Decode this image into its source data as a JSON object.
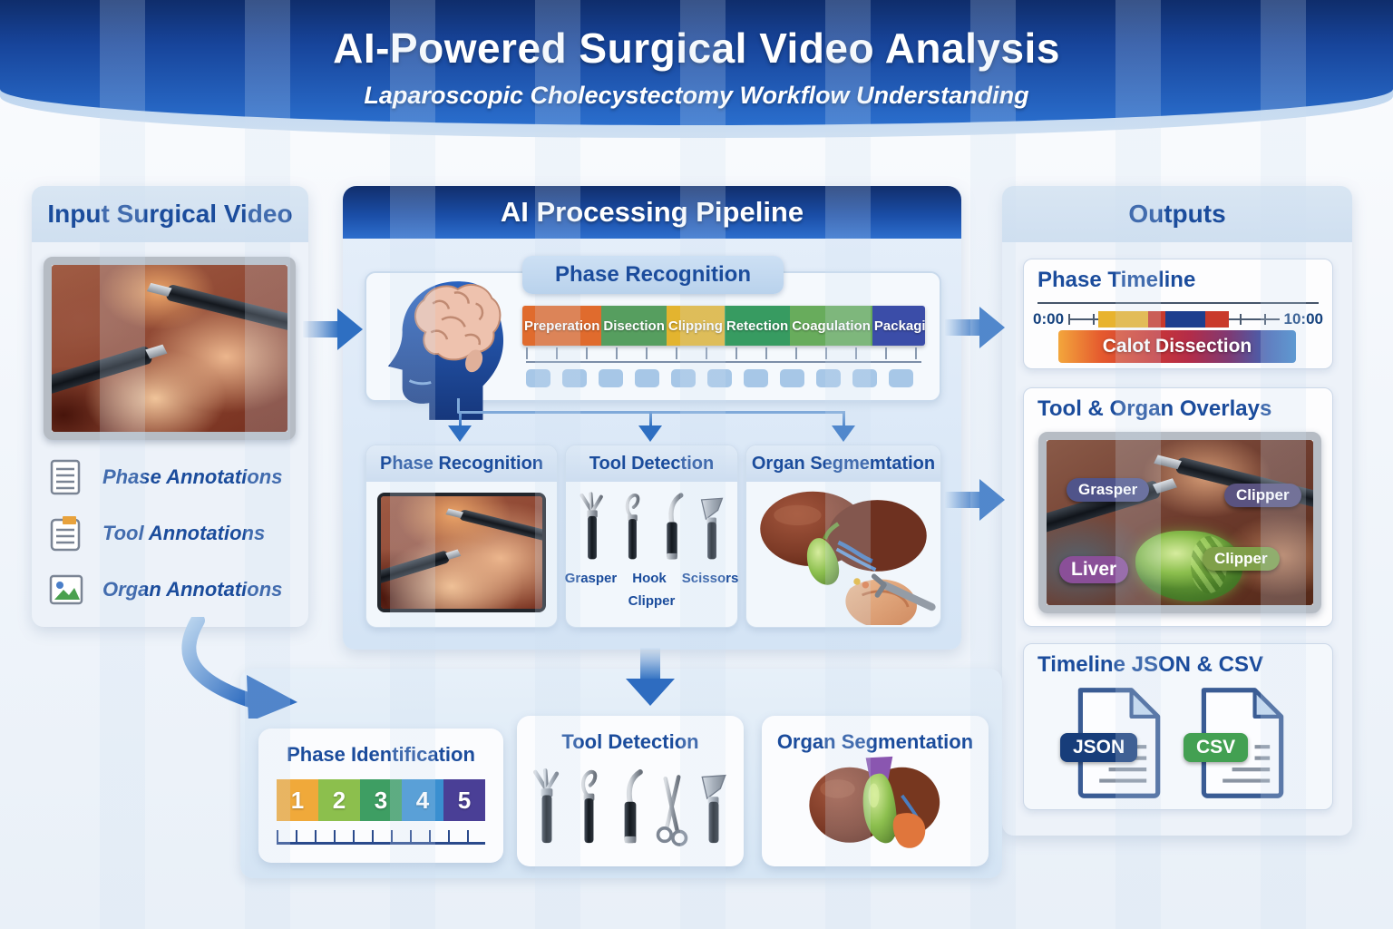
{
  "header": {
    "title": "AI-Powered Surgical Video Analysis",
    "subtitle": "Laparoscopic Cholecystectomy Workflow Understanding"
  },
  "input_panel": {
    "title": "Input Surgical Video",
    "annotations": [
      {
        "label": "Phase Annotations"
      },
      {
        "label": "Tool Annotations"
      },
      {
        "label": "Organ Annotations"
      }
    ]
  },
  "pipeline": {
    "title": "AI Processing Pipeline",
    "stage_pill": "Phase Recognition",
    "phases": [
      {
        "label": "Preperation",
        "color": "#E06B2D"
      },
      {
        "label": "Disection",
        "color": "#569E5F"
      },
      {
        "label": "Clipping",
        "color": "#E3B42F"
      },
      {
        "label": "Retection",
        "color": "#379B61"
      },
      {
        "label": "Coagulation",
        "color": "#68AC5C"
      },
      {
        "label": "Packaging",
        "color": "#3B4DA8"
      }
    ],
    "boxes": [
      {
        "title": "Phase Recognition"
      },
      {
        "title": "Tool Detection",
        "tools": [
          "Grasper",
          "Hook",
          "Scissors",
          "Clipper"
        ]
      },
      {
        "title": "Organ Segmemtation"
      }
    ]
  },
  "outputs": {
    "title": "Outputs",
    "phase_timeline": {
      "title": "Phase Timeline",
      "start": "0:00",
      "end": "10:00",
      "bar_label": "Calot Dissection",
      "segment_colors": [
        "#E8B32E",
        "#C93A2C",
        "#1E3E8E",
        "#C93A2C"
      ]
    },
    "overlays": {
      "title": "Tool & Organ Overlays",
      "badges": [
        {
          "label": "Grasper",
          "color": "#50548a"
        },
        {
          "label": "Clipper",
          "color": "#5a5380"
        },
        {
          "label": "Liver",
          "color": "#8a4f98"
        },
        {
          "label": "Clipper",
          "color": "#7fa049"
        }
      ]
    },
    "files": {
      "title": "Timeline JSON & CSV",
      "badges": [
        {
          "label": "JSON",
          "color": "#173d7a"
        },
        {
          "label": "CSV",
          "color": "#43a052"
        }
      ]
    }
  },
  "bottom": {
    "phase_identification": {
      "title": "Phase Identification",
      "steps": [
        {
          "label": "1",
          "color": "#F0A93A"
        },
        {
          "label": "2",
          "color": "#8CBF4D"
        },
        {
          "label": "3",
          "color": "#3E9E63"
        },
        {
          "label": "4",
          "color": "#3A8FD0"
        },
        {
          "label": "5",
          "color": "#4A3F96"
        }
      ]
    },
    "tool_detection": {
      "title": "Tool Detection"
    },
    "organ_segmentation": {
      "title": "Organ Segmentation"
    }
  }
}
